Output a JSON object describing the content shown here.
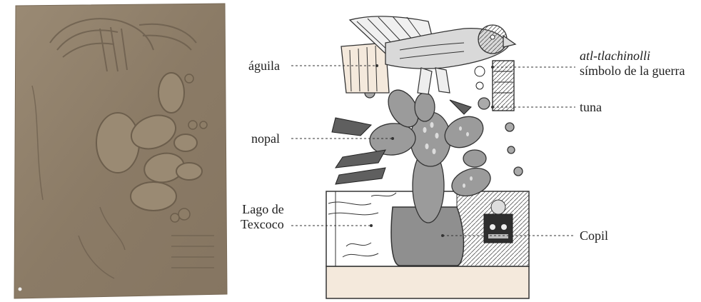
{
  "figure": {
    "labels": {
      "aguila": "águila",
      "nopal": "nopal",
      "lago_line1": "Lago de",
      "lago_line2": "Texcoco",
      "atl_line1": "atl-tlachinolli",
      "atl_line2": "símbolo de la guerra",
      "tuna": "tuna",
      "copil": "Copil"
    }
  },
  "colors": {
    "stone": "#8f7f6a",
    "ink": "#2a2a2a",
    "cactus": "#9a9a9a",
    "base": "#f4e9dc"
  }
}
